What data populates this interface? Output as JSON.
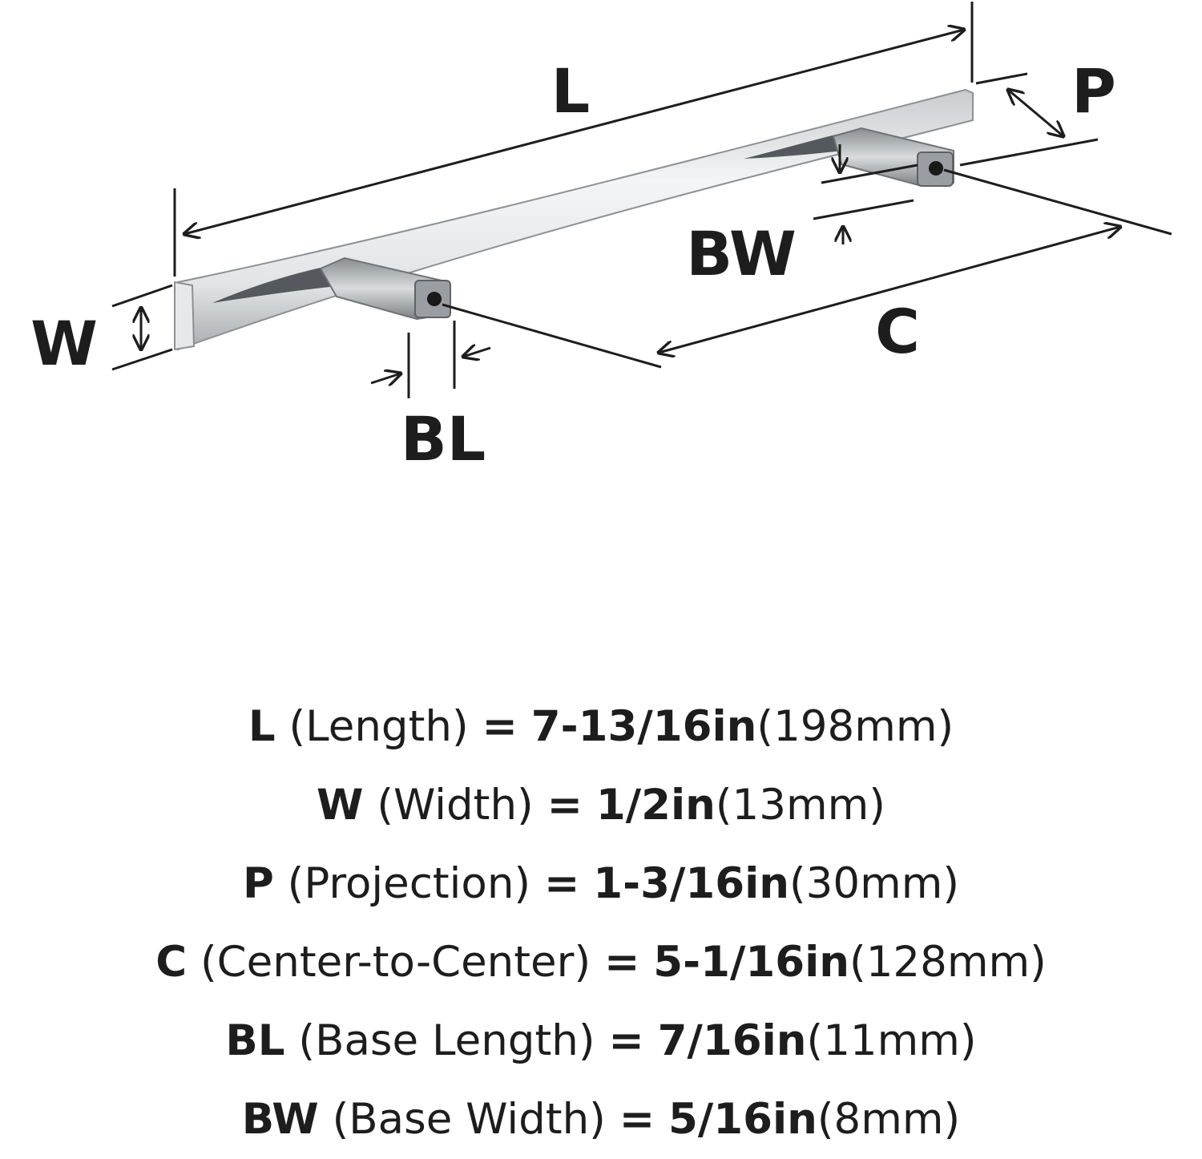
{
  "diagram": {
    "labels": {
      "length": "L",
      "projection": "P",
      "base_width": "BW",
      "width": "W",
      "center_to_center": "C",
      "base_length": "BL"
    }
  },
  "specs": [
    {
      "symbol": "L",
      "name": "(Length)",
      "eq": "=",
      "imperial": "7-13/16in",
      "metric": "(198mm)"
    },
    {
      "symbol": "W",
      "name": "(Width)",
      "eq": "=",
      "imperial": "1/2in",
      "metric": "(13mm)"
    },
    {
      "symbol": "P",
      "name": "(Projection)",
      "eq": "=",
      "imperial": "1-3/16in",
      "metric": "(30mm)"
    },
    {
      "symbol": "C",
      "name": "(Center-to-Center)",
      "eq": "=",
      "imperial": "5-1/16in",
      "metric": "(128mm)"
    },
    {
      "symbol": "BL",
      "name": "(Base Length)",
      "eq": "=",
      "imperial": "7/16in",
      "metric": "(11mm)"
    },
    {
      "symbol": "BW",
      "name": "(Base Width)",
      "eq": "=",
      "imperial": "5/16in",
      "metric": "(8mm)"
    }
  ]
}
